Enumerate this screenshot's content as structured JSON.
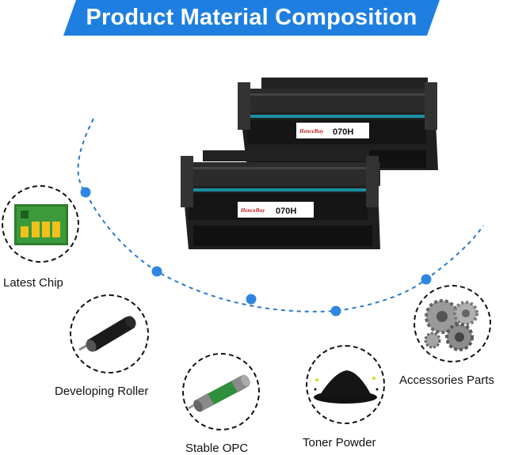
{
  "banner": {
    "title": "Product Material Composition",
    "color": "#1e7fe0"
  },
  "product": {
    "brand": "HenceBuy",
    "model": "070H"
  },
  "components": {
    "chip": {
      "label": "Latest Chip",
      "icon": "chip-icon"
    },
    "roller": {
      "label": "Developing Roller",
      "icon": "roller-icon"
    },
    "opc": {
      "label": "Stable OPC",
      "icon": "opc-drum-icon"
    },
    "toner": {
      "label": "Toner Powder",
      "icon": "toner-powder-icon"
    },
    "accessories": {
      "label": "Accessories Parts",
      "icon": "gears-icon"
    }
  },
  "colors": {
    "accent": "#1e7fe0",
    "dash": "#2a78c8",
    "dot": "#2f86e0"
  }
}
